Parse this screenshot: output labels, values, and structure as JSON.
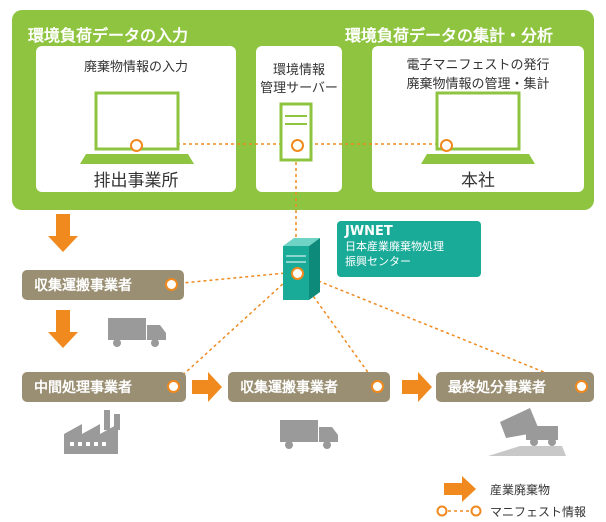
{
  "panel": {
    "title_left": "環境負荷データの入力",
    "title_right": "環境負荷データの集計・分析",
    "box_left_caption": "廃棄物情報の入力",
    "box_left_label": "排出事業所",
    "box_mid_line1": "環境情報",
    "box_mid_line2": "管理サーバー",
    "box_right_line1": "電子マニフェストの発行",
    "box_right_line2": "廃棄物情報の管理・集計",
    "box_right_label": "本社"
  },
  "jwnet": {
    "title": "JWNET",
    "line1": "日本産業廃棄物処理",
    "line2": "振興センター"
  },
  "nodes": {
    "collector_top": "収集運搬事業者",
    "intermediate": "中間処理事業者",
    "collector_bottom": "収集運搬事業者",
    "final": "最終処分事業者"
  },
  "legend": {
    "waste": "産業廃棄物",
    "manifest": "マニフェスト情報"
  },
  "colors": {
    "panel_green": "#8ec43f",
    "node_olive": "#9a8f72",
    "arrow_orange": "#f08a1e",
    "jwnet_teal": "#1aab98"
  }
}
